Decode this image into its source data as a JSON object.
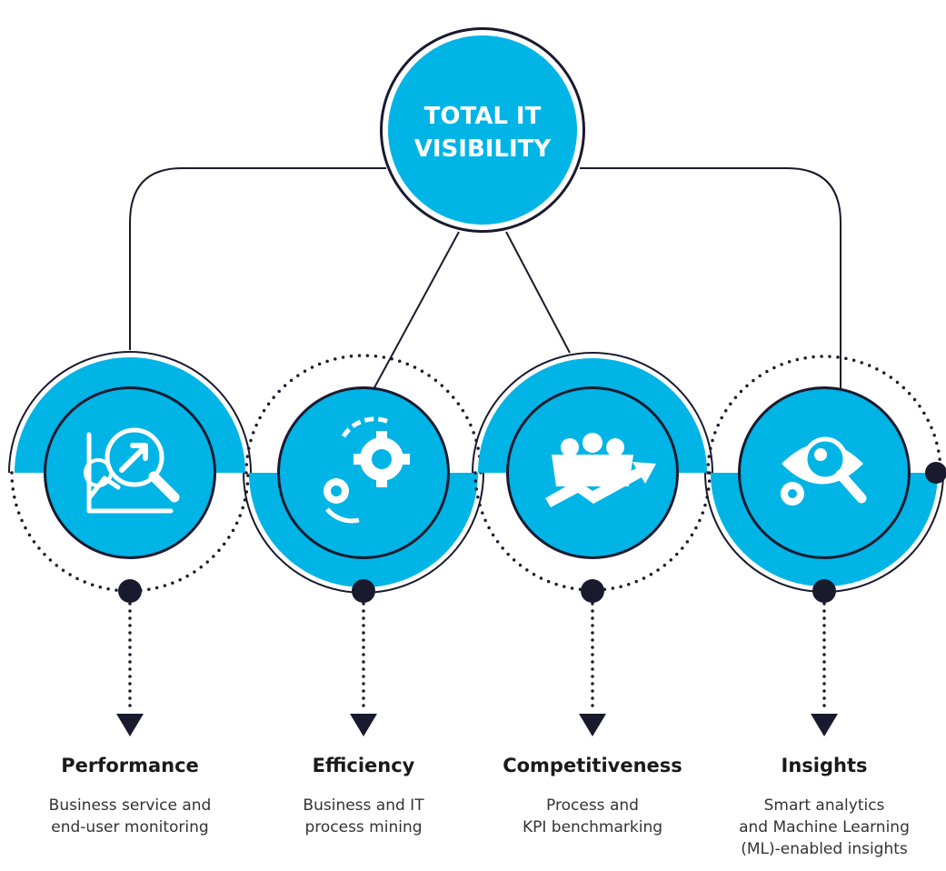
{
  "hub": {
    "line1": "TOTAL IT",
    "line2": "VISIBILITY"
  },
  "colors": {
    "accent": "#00b4e6",
    "dark": "#1a1a2e",
    "text": "#1a1a1a"
  },
  "pillars": [
    {
      "title": "Performance",
      "desc1": "Business service and",
      "desc2": "end-user monitoring",
      "desc3": "",
      "icon": "magnifier-chart-icon"
    },
    {
      "title": "Efficiency",
      "desc1": "Business and IT",
      "desc2": "process mining",
      "desc3": "",
      "icon": "gears-cycle-icon"
    },
    {
      "title": "Competitiveness",
      "desc1": "Process and",
      "desc2": "KPI benchmarking",
      "desc3": "",
      "icon": "people-growth-icon"
    },
    {
      "title": "Insights",
      "desc1": "Smart analytics",
      "desc2": "and Machine Learning",
      "desc3": "(ML)-enabled insights",
      "icon": "eye-magnifier-gear-icon"
    }
  ]
}
